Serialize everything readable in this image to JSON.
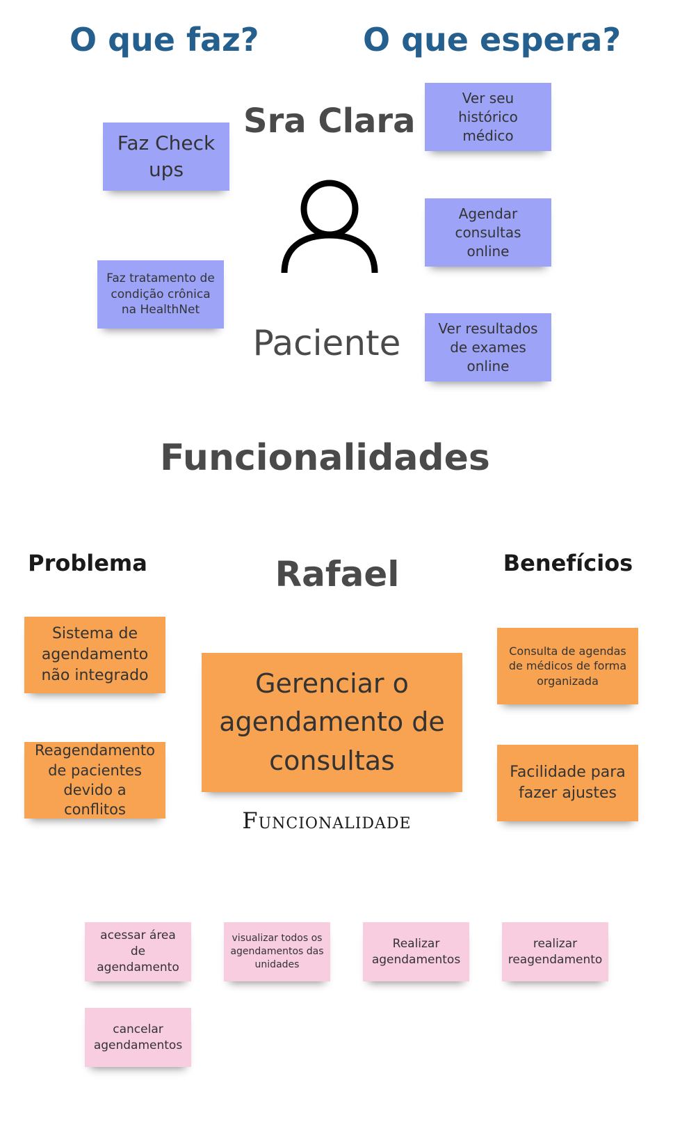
{
  "colors": {
    "heading_blue": "#255f8e",
    "heading_gray": "#4a4a4a",
    "sticky_blue": "#9da4f7",
    "sticky_orange": "#f8a351",
    "sticky_pink": "#f8cde0"
  },
  "persona": {
    "title_what_does": "O que faz?",
    "title_expects": "O que espera?",
    "name": "Sra Clara",
    "role": "Paciente",
    "icon": "person-icon",
    "does": [
      "Faz Check ups",
      "Faz tratamento de condição crônica na HealthNet"
    ],
    "expects": [
      "Ver seu histórico médico",
      "Agendar consultas online",
      "Ver resultados de exames online"
    ]
  },
  "features_section": {
    "title": "Funcionalidades",
    "problem_title": "Problema",
    "owner": "Rafael",
    "benefits_title": "Benefícios",
    "problems": [
      "Sistema de agendamento não integrado",
      "Reagendamento de pacientes devido a conflitos"
    ],
    "feature": "Gerenciar o agendamento de consultas",
    "feature_label": "Funcionalidade",
    "benefits": [
      "Consulta de agendas de médicos de forma organizada",
      "Facilidade para fazer ajustes"
    ]
  },
  "tasks": [
    "acessar área de agendamento",
    "visualizar todos os agendamentos das unidades",
    "Realizar agendamentos",
    "realizar reagendamento",
    "cancelar agendamentos"
  ]
}
